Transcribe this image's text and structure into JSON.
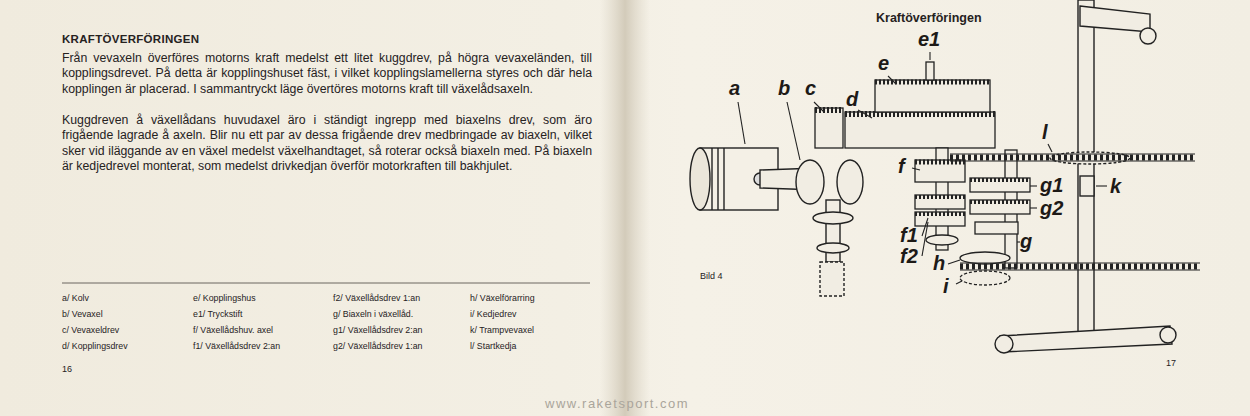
{
  "diagram": {
    "title": "KRAFTÖVERFÖRINGEN",
    "labels": [
      "Kraftöverföringen",
      "Från vevaxeln överföres motorns kraft medelst ett litet kuggdrev, på högra vevaxeländen, till kopplingsdrevet. På detta är kopplingshuset fäst, i vilket kopplingslamellerna styres och där hela kopplingen är placerad. I sammantryckt läge övertöres motorns kraft till växelådsaxeln.",
      "Kuggdreven å växellådans huvudaxel äro i ständigt ingrepp med biaxelns drev, som äro frigående lagrade å axeln. Blir nu ett par av dessa frigående drev medbringade av biaxeln, vilket sker vid iläggande av en växel medelst växelhandtaget, så roterar också biaxeln med. På biaxeln är kedjedrevel monterat, som medelst drivkedjan överför motorkraften till bakhjulet.",
      "a/ Kolv",
      "b/ Vevaxel",
      "c/ Vevaxeldrev",
      "d/ Kopplingsdrev",
      "e/ Kopplingshus",
      "e1/ Tryckstift",
      "f/ Växellådshuv. axel",
      "f1/ Växellådsdrev 2:an",
      "f2/ Växellådsdrev 1:an",
      "g/ Biaxeln i växellåd.",
      "g1/ Växellådsdrev 2:an",
      "g2/ Växellådsdrev 1:an",
      "h/ Växelförarring",
      "i/ Kedjedrev",
      "k/ Trampvevaxel",
      "l/ Startkedja",
      "Bild 4",
      "a",
      "b",
      "c",
      "d",
      "e",
      "e1",
      "l",
      "f",
      "g1",
      "k",
      "g2",
      "f1",
      "f2",
      "h",
      "g",
      "i",
      "16",
      "17",
      "www.raketsport.com"
    ]
  }
}
